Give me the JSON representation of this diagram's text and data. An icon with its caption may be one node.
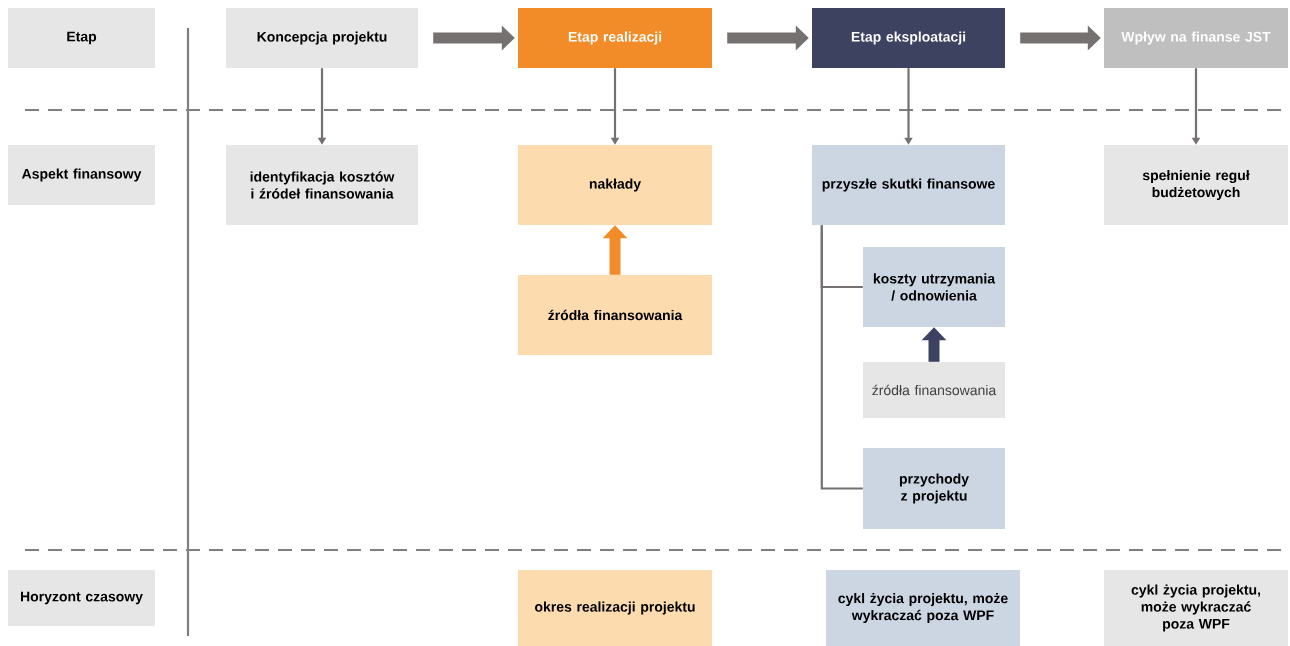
{
  "diagram": {
    "nodes": [
      {
        "text": [
          "Etap"
        ]
      },
      {
        "text": [
          "Koncepcja projektu"
        ]
      },
      {
        "text": [
          "Etap realizacji"
        ]
      },
      {
        "text": [
          "Etap eksploatacji"
        ]
      },
      {
        "text": [
          "Wpływ na finanse JST"
        ]
      },
      {
        "text": [
          "Aspekt finansowy"
        ]
      },
      {
        "text": [
          "identyfikacja kosztów i źródeł finansowania"
        ]
      },
      {
        "text": [
          "nakłady"
        ]
      },
      {
        "text": [
          "źródła finansowania"
        ]
      },
      {
        "text": [
          "przyszłe skutki finansowe"
        ]
      },
      {
        "text": [
          "koszty utrzymania / odnowienia"
        ]
      },
      {
        "text": [
          "źródła finansowania"
        ]
      },
      {
        "text": [
          "przychody z projektu"
        ]
      },
      {
        "text": [
          "spełnienie reguł budżetowych"
        ]
      },
      {
        "text": [
          "Horyzont czasowy"
        ]
      },
      {
        "text": [
          "okres realizacji projektu"
        ]
      },
      {
        "text": [
          "cykl życia projektu, może wykraczać poza WPF"
        ]
      },
      {
        "text": [
          "cykl życia projektu, może wykraczać poza WPF"
        ]
      }
    ],
    "edges": [
      {
        "from": 1,
        "to": 2,
        "arrow": "to",
        "style": "thick"
      },
      {
        "from": 2,
        "to": 3,
        "arrow": "to",
        "style": "thick"
      },
      {
        "from": 3,
        "to": 4,
        "arrow": "to",
        "style": "thick"
      },
      {
        "from": 1,
        "to": 6,
        "arrow": "to"
      },
      {
        "from": 2,
        "to": 7,
        "arrow": "to"
      },
      {
        "from": 3,
        "to": 9,
        "arrow": "to"
      },
      {
        "from": 4,
        "to": 13,
        "arrow": "to"
      },
      {
        "from": 8,
        "to": 7,
        "arrow": "to",
        "style": "thick",
        "color": "#f28c28"
      },
      {
        "from": 9,
        "to": 10,
        "arrow": "none"
      },
      {
        "from": 9,
        "to": 12,
        "arrow": "none"
      },
      {
        "from": 11,
        "to": 10,
        "arrow": "to",
        "style": "thick",
        "color": "#3c4260"
      }
    ]
  }
}
